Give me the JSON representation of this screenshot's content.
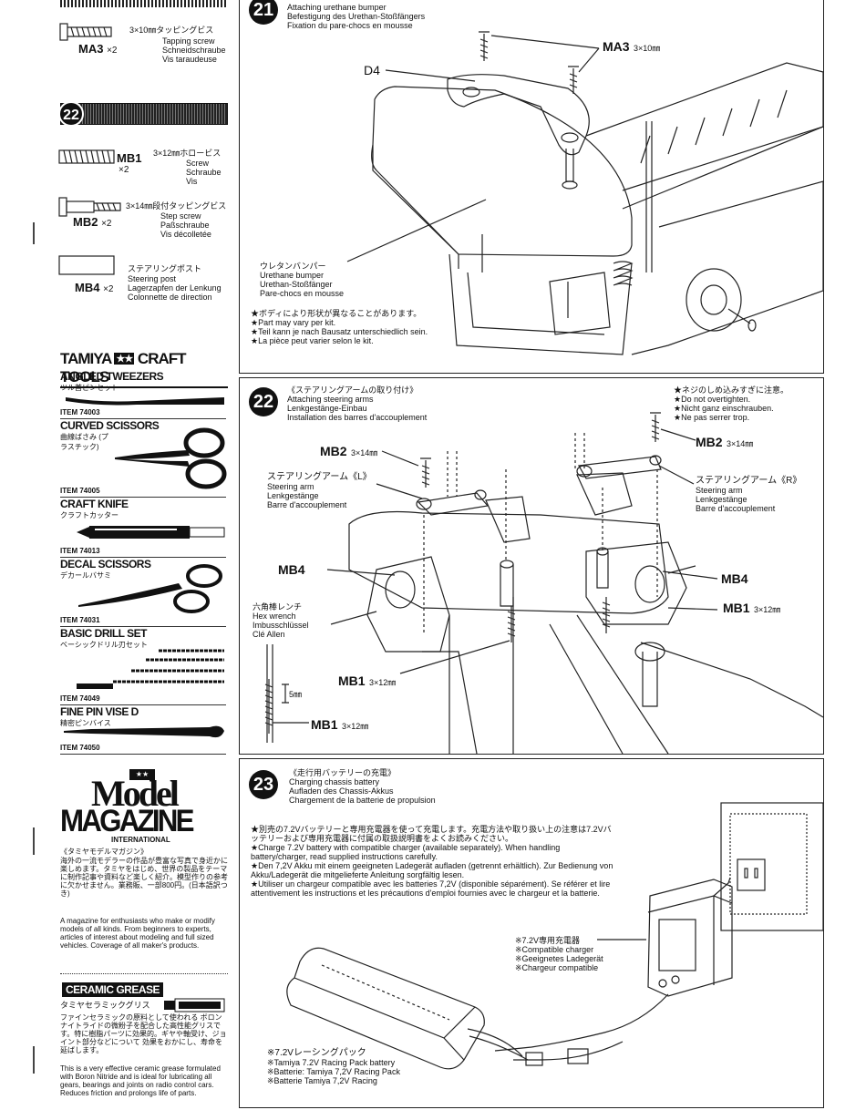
{
  "parts_left": {
    "ma3": {
      "code": "MA3",
      "qty": "×2",
      "size": "3×10㎜タッピングビス",
      "lines": [
        "Tapping screw",
        "Schneidschraube",
        "Vis taraudeuse"
      ]
    },
    "bag_no": "22",
    "mb1": {
      "code": "MB1",
      "qty": "×2",
      "size": "3×12㎜ホロービス",
      "lines": [
        "Screw",
        "Schraube",
        "Vis"
      ]
    },
    "mb2": {
      "code": "MB2",
      "qty": "×2",
      "size": "3×14㎜段付タッピングビス",
      "lines": [
        "Step screw",
        "Paßschraube",
        "Vis décolletée"
      ]
    },
    "mb4": {
      "code": "MB4",
      "qty": "×2",
      "size": "ステアリングポスト",
      "lines": [
        "Steering post",
        "Lagerzapfen der Lenkung",
        "Colonnette de direction"
      ]
    }
  },
  "craft_tools": {
    "title_left": "TAMIYA",
    "title_right": "CRAFT TOOLS",
    "items": [
      {
        "name": "ANGLED TWEEZERS",
        "jp": "ツル首ピンセット",
        "item": "ITEM 74003"
      },
      {
        "name": "CURVED SCISSORS",
        "jp": "曲線ばさみ (プラスチック)",
        "item": "ITEM 74005"
      },
      {
        "name": "CRAFT KNIFE",
        "jp": "クラフトカッター",
        "item": "ITEM 74013"
      },
      {
        "name": "DECAL SCISSORS",
        "jp": "デカールバサミ",
        "item": "ITEM 74031"
      },
      {
        "name": "BASIC DRILL SET",
        "jp": "ベーシックドリル刃セット",
        "item": "ITEM 74049"
      },
      {
        "name": "FINE PIN VISE D",
        "jp": "精密ピンバイス",
        "item": "ITEM 74050"
      }
    ]
  },
  "magazine": {
    "line1": "Model",
    "line2": "MAGAZINE",
    "line3": "INTERNATIONAL",
    "jp_title": "《タミヤモデルマガジン》",
    "jp_text": "海外の一流モデラーの作品が豊富な写真で身近かに楽しめます。タミヤをはじめ、世界の製品をテーマに制作記事や資料など楽しく紹介。模型作りの参考に欠かせません。業務販、一部800円。(日本語訳つき)",
    "en_text": "A magazine for enthusiasts who make or modify models of all kinds. From beginners to experts, articles of interest about modeling and full sized vehicles. Coverage of all maker's products."
  },
  "grease": {
    "logo": "CERAMIC GREASE",
    "jp_title": "タミヤセラミックグリス",
    "jp_text": "ファインセラミックの原料として使われる ボロンナイトライドの微粉子を配合した高性能グリスです。特に樹脂パーツに効果的。ギヤや軸受け、ジョイント部分などについて 効果をおかにし、寿命を延ばします。",
    "en_text": "This is a very effective ceramic grease formulated with Boron Nitride and is ideal for lubricating all gears, bearings and joints on radio control cars. Reduces friction and prolongs life of parts."
  },
  "step21": {
    "no": "21",
    "title_en": "Attaching urethane bumper",
    "title_de": "Befestigung des Urethan-Stoßfängers",
    "title_fr": "Fixation du pare-chocs en mousse",
    "ma3_label": "MA3",
    "ma3_size": "3×10㎜",
    "d4": "D4",
    "bumper_jp": "ウレタンバンパー",
    "bumper_en": "Urethane bumper",
    "bumper_de": "Urethan-Stoßfänger",
    "bumper_fr": "Pare-chocs en mousse",
    "note_jp": "★ボディにより形状が異なることがあります。",
    "note_en": "★Part may vary per kit.",
    "note_de": "★Teil kann je nach Bausatz unterschiedlich sein.",
    "note_fr": "★La pièce peut varier selon le kit."
  },
  "step22": {
    "no": "22",
    "title_jp": "《ステアリングアームの取り付け》",
    "title_en": "Attaching steering arms",
    "title_de": "Lenkgestänge-Einbau",
    "title_fr": "Installation des barres d'accouplement",
    "warn_jp": "★ネジのしめ込みすぎに注意。",
    "warn_en": "★Do not overtighten.",
    "warn_de": "★Nicht ganz einschrauben.",
    "warn_fr": "★Ne pas serrer trop.",
    "mb2_left": "MB2",
    "mb2_left_size": "3×14㎜",
    "mb2_right": "MB2",
    "mb2_right_size": "3×14㎜",
    "arm_l_jp": "ステアリングアーム《L》",
    "arm_l_en": "Steering arm",
    "arm_l_de": "Lenkgestänge",
    "arm_l_fr": "Barre d'accouplement",
    "arm_r_jp": "ステアリングアーム《R》",
    "arm_r_en": "Steering arm",
    "arm_r_de": "Lenkgestänge",
    "arm_r_fr": "Barre d'accouplement",
    "mb4_left": "MB4",
    "mb4_right": "MB4",
    "mb1_right": "MB1",
    "mb1_right_size": "3×12㎜",
    "hex_jp": "六角棒レンチ",
    "hex_en": "Hex wrench",
    "hex_de": "Imbusschlüssel",
    "hex_fr": "Clé Allen",
    "mb1_mid": "MB1",
    "mb1_mid_size": "3×12㎜",
    "dim_5mm": "5㎜",
    "mb1_bottom": "MB1",
    "mb1_bottom_size": "3×12㎜"
  },
  "step23": {
    "no": "23",
    "title_jp": "《走行用バッテリーの充電》",
    "title_en": "Charging chassis battery",
    "title_de": "Aufladen des Chassis-Akkus",
    "title_fr": "Chargement de la batterie de propulsion",
    "text_jp": "★別売の7.2Vバッテリーと専用充電器を使って充電します。充電方法や取り扱い上の注意は7.2Vバッテリーおよび専用充電器に付属の取扱説明書をよくお読みください。",
    "text_en": "★Charge 7.2V battery with compatible charger (available separately). When handling battery/charger, read supplied instructions carefully.",
    "text_de": "★Den 7,2V Akku mit einem geeigneten Ladegerät aufladen (getrennt erhältlich). Zur Bedienung von Akku/Ladegerät die mitgelieferte Anleitung sorgfältig lesen.",
    "text_fr": "★Utiliser un chargeur compatible avec les batteries 7,2V (disponible séparément). Se référer et lire attentivement les instructions et les précautions d'emploi fournies avec le chargeur et la batterie.",
    "charger_jp": "※7.2V専用充電器",
    "charger_en": "※Compatible charger",
    "charger_de": "※Geeignetes Ladegerät",
    "charger_fr": "※Chargeur compatible",
    "pack_jp": "※7.2Vレーシングパック",
    "pack_en": "※Tamiya 7.2V Racing Pack battery",
    "pack_de": "※Batterie: Tamiya 7,2V Racing Pack",
    "pack_fr": "※Batterie Tamiya 7,2V Racing"
  }
}
